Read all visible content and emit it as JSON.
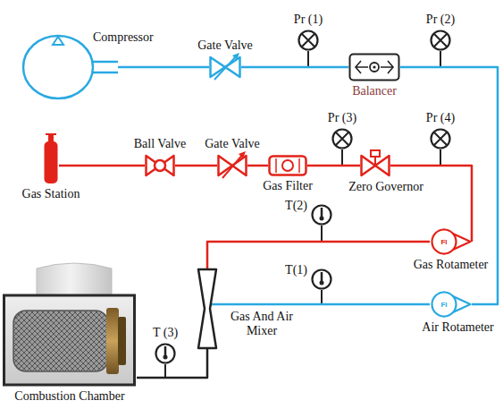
{
  "diagram": {
    "nodes": [
      {
        "text": [
          "Compressor"
        ]
      },
      {
        "text": [
          "Gate Valve"
        ]
      },
      {
        "text": [
          "Pr (1)"
        ]
      },
      {
        "text": [
          "Balancer"
        ]
      },
      {
        "text": [
          "Pr (2)"
        ]
      },
      {
        "text": [
          "Gas Station"
        ]
      },
      {
        "text": [
          "Ball Valve"
        ]
      },
      {
        "text": [
          "Gate Valve"
        ]
      },
      {
        "text": [
          "Gas Filter"
        ]
      },
      {
        "text": [
          "Pr (3)"
        ]
      },
      {
        "text": [
          "Zero Governor"
        ]
      },
      {
        "text": [
          "Pr (4)"
        ]
      },
      {
        "text": [
          "T(2)"
        ]
      },
      {
        "text": [
          "Gas Rotameter",
          "FI"
        ]
      },
      {
        "text": [
          "T(1)"
        ]
      },
      {
        "text": [
          "Air Rotameter",
          "FI"
        ]
      },
      {
        "text": [
          "Gas And Air Mixer"
        ]
      },
      {
        "text": [
          "T (3)"
        ]
      },
      {
        "text": [
          "Combustion Chamber"
        ]
      }
    ],
    "edges": [
      {
        "from": 0,
        "to": 1,
        "arrow": "none"
      },
      {
        "from": 1,
        "to": 3,
        "arrow": "none"
      },
      {
        "from": 3,
        "to": 15,
        "arrow": "none"
      },
      {
        "from": 15,
        "to": 16,
        "arrow": "none"
      },
      {
        "from": 5,
        "to": 6,
        "arrow": "none"
      },
      {
        "from": 6,
        "to": 7,
        "arrow": "none"
      },
      {
        "from": 7,
        "to": 8,
        "arrow": "none"
      },
      {
        "from": 8,
        "to": 10,
        "arrow": "none"
      },
      {
        "from": 10,
        "to": 13,
        "arrow": "none"
      },
      {
        "from": 13,
        "to": 16,
        "arrow": "none"
      },
      {
        "from": 16,
        "to": 18,
        "arrow": "none"
      }
    ]
  }
}
